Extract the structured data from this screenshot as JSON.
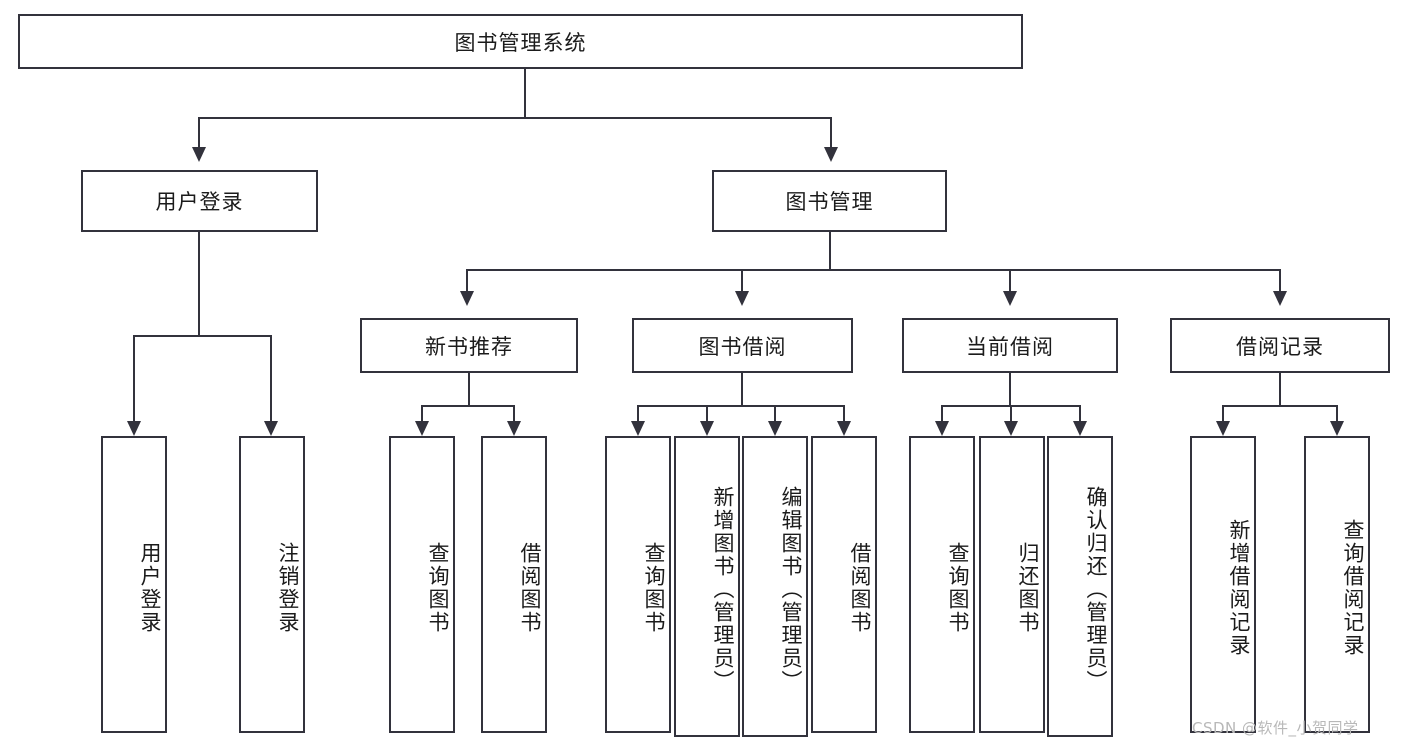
{
  "diagram": {
    "title": "图书管理系统",
    "type": "hierarchy-tree",
    "colors": {
      "background": "#ffffff",
      "stroke": "#32323c",
      "text": "#1b1b1b",
      "watermark": "#b8b8b8"
    },
    "levels": {
      "root": {
        "label": "图书管理系统"
      },
      "level2": [
        {
          "label": "用户登录"
        },
        {
          "label": "图书管理"
        }
      ],
      "level3": [
        {
          "label": "新书推荐"
        },
        {
          "label": "图书借阅"
        },
        {
          "label": "当前借阅"
        },
        {
          "label": "借阅记录"
        }
      ],
      "leaves": [
        {
          "label": "用户登录",
          "parent": "用户登录"
        },
        {
          "label": "注销登录",
          "parent": "用户登录"
        },
        {
          "label": "查询图书",
          "parent": "新书推荐"
        },
        {
          "label": "借阅图书",
          "parent": "新书推荐"
        },
        {
          "label": "查询图书",
          "parent": "图书借阅"
        },
        {
          "label": "新增图书（管理员）",
          "parent": "图书借阅"
        },
        {
          "label": "编辑图书（管理员）",
          "parent": "图书借阅"
        },
        {
          "label": "借阅图书",
          "parent": "图书借阅"
        },
        {
          "label": "查询图书",
          "parent": "当前借阅"
        },
        {
          "label": "归还图书",
          "parent": "当前借阅"
        },
        {
          "label": "确认归还（管理员）",
          "parent": "当前借阅"
        },
        {
          "label": "新增借阅记录",
          "parent": "借阅记录"
        },
        {
          "label": "查询借阅记录",
          "parent": "借阅记录"
        }
      ]
    }
  },
  "watermark": {
    "text": "CSDN @软件_小贺同学"
  }
}
